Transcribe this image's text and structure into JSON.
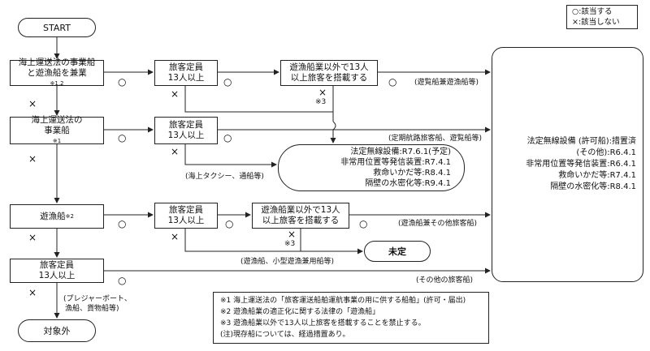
{
  "legend": {
    "yes": "○:該当する",
    "no": "×:該当しない"
  },
  "start": "START",
  "q1": {
    "line1": "海上運送法の事業船",
    "line2": "と遊漁船を兼業",
    "note": "※1,2"
  },
  "q2": {
    "line1": "海上運送法の",
    "line2": "事業船",
    "note": "※1"
  },
  "q3": {
    "text": "遊漁船",
    "note": "※2"
  },
  "q4": {
    "line1": "旅客定員",
    "line2": "13人以上"
  },
  "cap1": {
    "line1": "旅客定員",
    "line2": "13人以上"
  },
  "cap2": {
    "line1": "旅客定員",
    "line2": "13人以上"
  },
  "cap3": {
    "line1": "旅客定員",
    "line2": "13人以上"
  },
  "pass1": {
    "line1": "遊漁船業以外で13人",
    "line2": "以上旅客を搭載する"
  },
  "pass3": {
    "line1": "遊漁船業以外で13人",
    "line2": "以上旅客を搭載する"
  },
  "marks": {
    "yes": "○",
    "no": "×"
  },
  "note3": "※3",
  "labels": {
    "l1": "(遊覧船兼遊漁船等)",
    "l2": "(定期航路旅客船、遊覧船等)",
    "l3": "(海上タクシー、通船等)",
    "l4": "(遊漁船兼その他旅客船)",
    "l5": "(遊漁船、小型遊漁兼用船等)",
    "l6": "(その他の旅客船)",
    "l7a": "(プレジャーボート、",
    "l7b": "漁船、貨物船等)"
  },
  "middle_rule": {
    "lines": [
      "法定無線設備:R7.6.1(予定)",
      "非常用位置等発信装置:R7.4.1",
      "救命いかだ等:R8.4.1",
      "隔壁の水密化等:R9.4.1"
    ]
  },
  "right_rule": {
    "lines": [
      "法定無線設備 (許可船):措置済",
      "(その他):R6.4.1",
      "非常用位置等発信装置:R6.4.1",
      "救命いかだ等:R7.4.1",
      "隔壁の水密化等:R8.4.1"
    ]
  },
  "undecided": "未定",
  "excluded": "対象外",
  "footnotes": [
    "※1 海上運送法の「旅客運送船舶運航事業の用に供する船舶」(許可・届出)",
    "※2 遊漁船業の適正化に関する法律の「遊漁船」",
    "※3 遊漁船業以外で13人以上旅客を搭載することを禁止する。",
    "(注)現存船については、経過措置あり。"
  ]
}
